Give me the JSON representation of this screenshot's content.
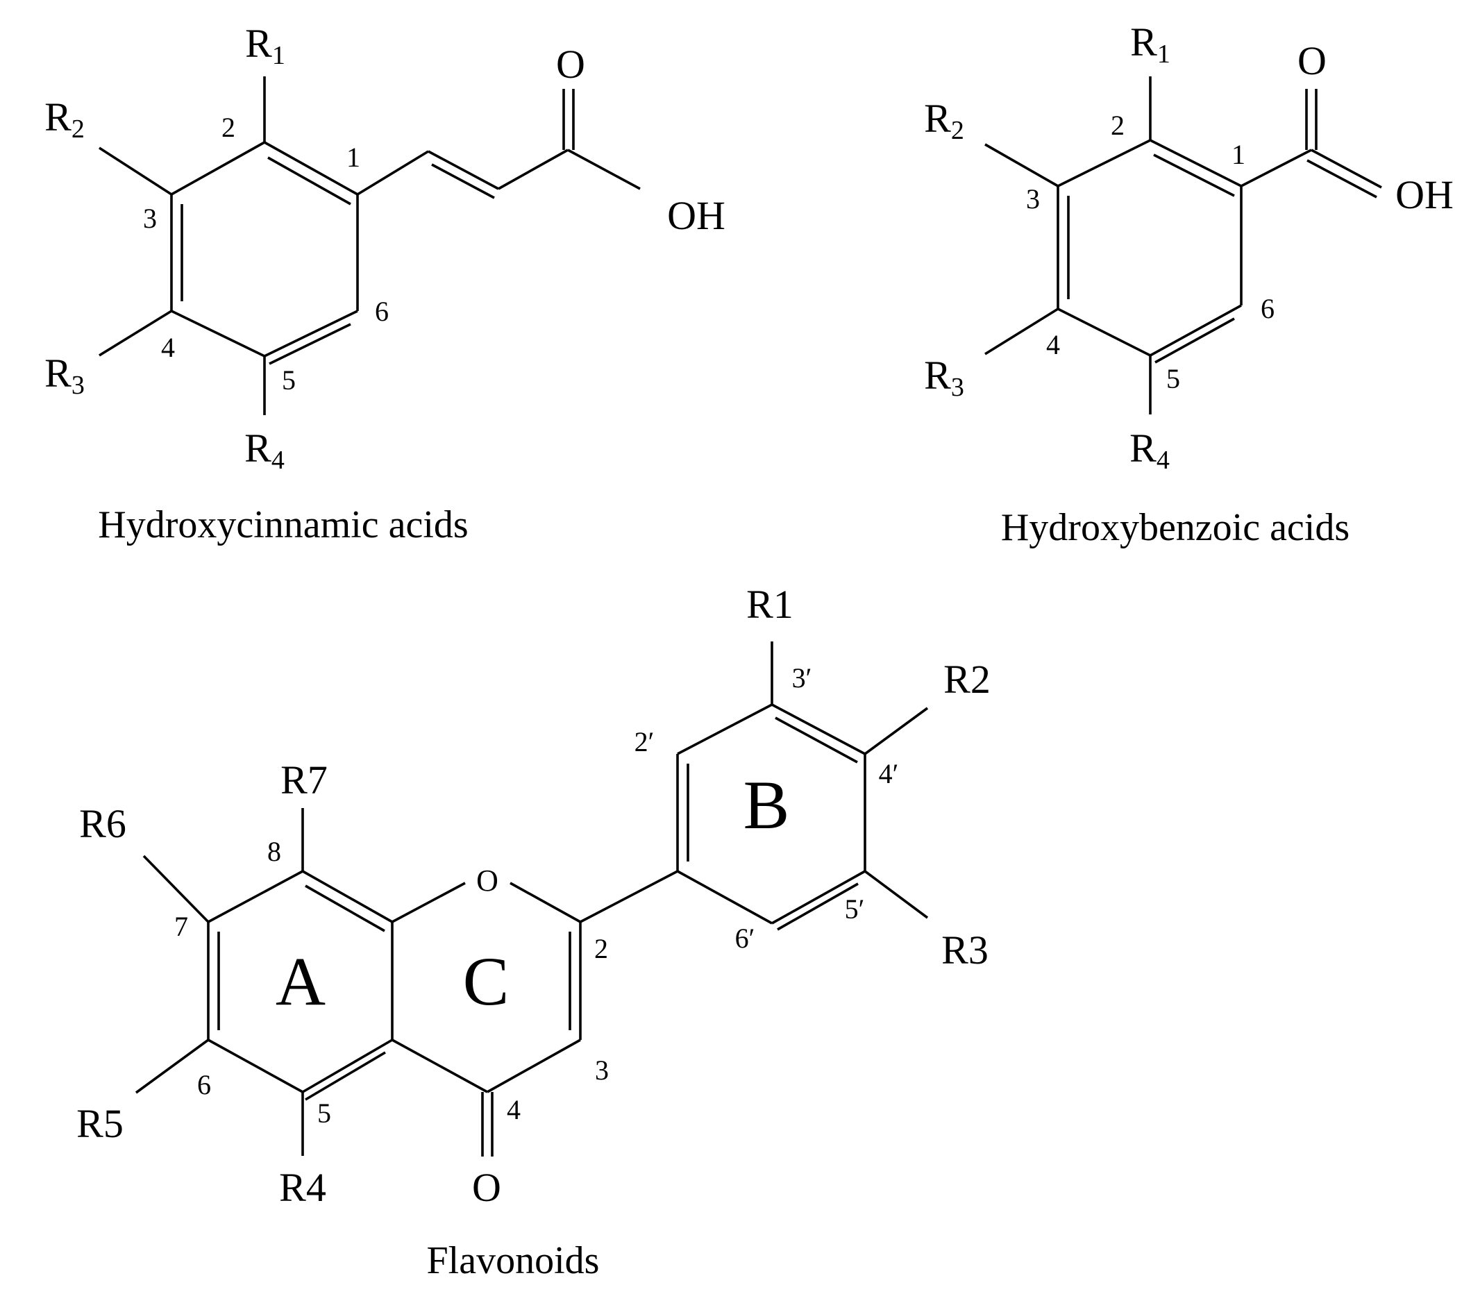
{
  "figure": {
    "structures": [
      {
        "id": "hydroxycinnamic",
        "caption": "Hydroxycinnamic acids",
        "substituents": [
          {
            "base": "R",
            "sub": "1"
          },
          {
            "base": "R",
            "sub": "2"
          },
          {
            "base": "R",
            "sub": "3"
          },
          {
            "base": "R",
            "sub": "4"
          }
        ],
        "positions": [
          "1",
          "2",
          "3",
          "4",
          "5",
          "6"
        ],
        "atoms": {
          "carbonyl_o": "O",
          "hydroxyl": "OH"
        }
      },
      {
        "id": "hydroxybenzoic",
        "caption": "Hydroxybenzoic acids",
        "substituents": [
          {
            "base": "R",
            "sub": "1"
          },
          {
            "base": "R",
            "sub": "2"
          },
          {
            "base": "R",
            "sub": "3"
          },
          {
            "base": "R",
            "sub": "4"
          }
        ],
        "positions": [
          "1",
          "2",
          "3",
          "4",
          "5",
          "6"
        ],
        "atoms": {
          "carbonyl_o": "O",
          "hydroxyl": "OH"
        }
      },
      {
        "id": "flavonoids",
        "caption": "Flavonoids",
        "rings": [
          "A",
          "B",
          "C"
        ],
        "substituents": [
          "R1",
          "R2",
          "R3",
          "R4",
          "R5",
          "R6",
          "R7"
        ],
        "positions_a_c": [
          "2",
          "3",
          "4",
          "5",
          "6",
          "7",
          "8"
        ],
        "positions_b": [
          "2′",
          "3′",
          "4′",
          "5′",
          "6′"
        ],
        "atoms": {
          "ring_o": "O",
          "carbonyl_o": "O"
        }
      }
    ]
  }
}
